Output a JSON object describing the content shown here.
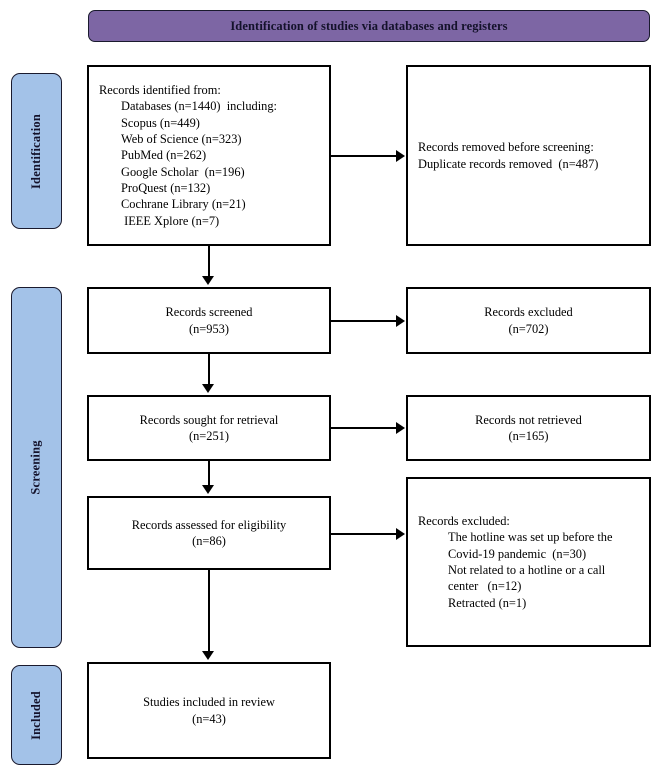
{
  "header": {
    "title": "Identification of studies via databases and registers",
    "banner_color": "#7d66a4",
    "text_color": "#14122b"
  },
  "stages": {
    "tab_color": "#a3c2e8",
    "identification": "Identification",
    "screening": "Screening",
    "included": "Included"
  },
  "boxes": {
    "identified": {
      "title": "Records identified from:",
      "lines": [
        "Databases (n=1440)  including:",
        "Scopus (n=449)",
        "Web of Science (n=323)",
        "PubMed (n=262)",
        "Google Scholar  (n=196)",
        "ProQuest (n=132)",
        "Cochrane Library (n=21)",
        " IEEE Xplore (n=7)"
      ]
    },
    "removed": {
      "line1": "Records removed before screening:",
      "line2": "Duplicate records removed  (n=487)"
    },
    "screened": {
      "label": "Records screened",
      "count": "(n=953)"
    },
    "excluded": {
      "label": "Records excluded",
      "count": "(n=702)"
    },
    "sought": {
      "label": "Records sought for retrieval",
      "count": "(n=251)"
    },
    "not_retrieved": {
      "label": "Records not retrieved",
      "count": "(n=165)"
    },
    "assessed": {
      "label": "Records assessed for eligibility",
      "count": "(n=86)"
    },
    "excluded_reasons": {
      "title": "Records excluded:",
      "reason1_line1": "The hotline was set up before the",
      "reason1_line2": "Covid-19 pandemic  (n=30)",
      "reason2_line1": "Not related to a hotline or a call",
      "reason2_line2": "center   (n=12)",
      "reason3": "Retracted (n=1)"
    },
    "included": {
      "label": "Studies included in review",
      "count": "(n=43)"
    }
  }
}
